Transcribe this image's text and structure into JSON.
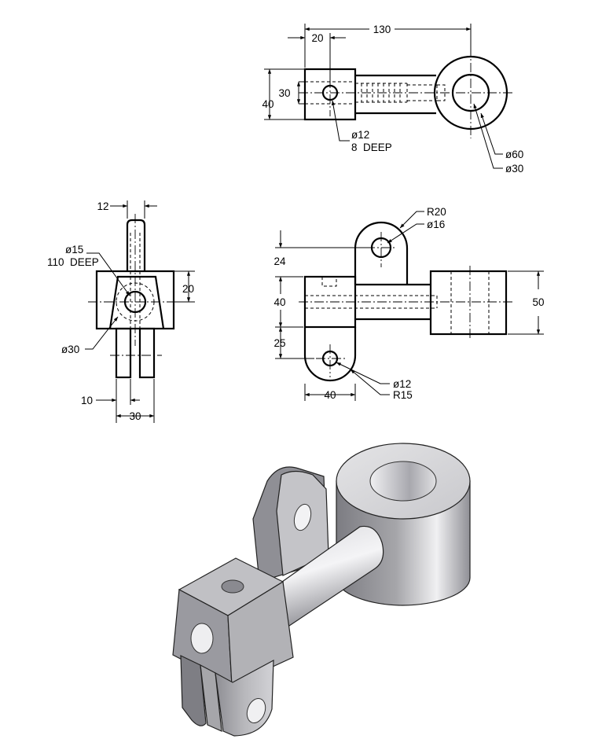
{
  "top_view": {
    "dim_overall": "130",
    "dim_block_width": "20",
    "dim_block_inner": "30",
    "dim_block_height": "40",
    "note_hole_dia": "ø12",
    "note_hole_depth": "8  DEEP",
    "note_ring_outer": "ø60",
    "note_ring_inner": "ø30"
  },
  "side_view": {
    "dim_fork_width": "12",
    "note_bore_dia": "ø15",
    "note_bore_depth": "110  DEEP",
    "dim_offset": "20",
    "note_counterbore": "ø30",
    "dim_prong": "10",
    "dim_prong_span": "30"
  },
  "front_view": {
    "note_boss_radius": "R20",
    "note_boss_hole": "ø16",
    "dim_boss_height": "24",
    "dim_block": "40",
    "dim_ring_height": "50",
    "dim_lug": "25",
    "note_lug_hole": "ø12",
    "note_lug_radius": "R15",
    "dim_lug_width": "40"
  },
  "colors": {
    "line": "#000000",
    "iso_light": "#e6e6e8",
    "iso_mid": "#b4b4b8",
    "iso_dark": "#7e7e84"
  }
}
